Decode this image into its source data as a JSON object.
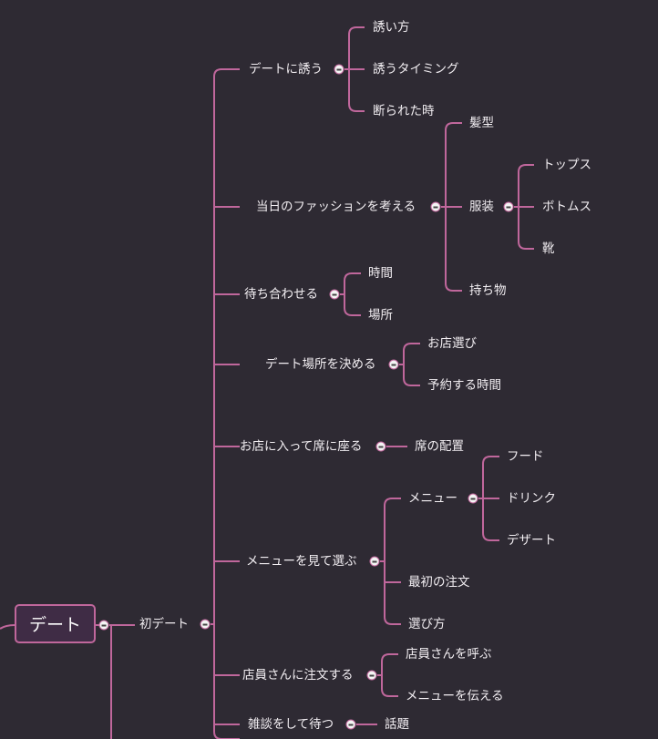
{
  "colors": {
    "background": "#2e2a33",
    "branch": "#c0679c",
    "text": "#f2eef2",
    "root_fill": "#3f2c45"
  },
  "root": {
    "label": "デート"
  },
  "first_date": {
    "label": "初デート"
  },
  "topics": [
    {
      "label": "デートに誘う",
      "children": [
        "誘い方",
        "誘うタイミング",
        "断られた時"
      ]
    },
    {
      "label": "当日のファッションを考える",
      "children": [
        "髪型",
        "服装",
        "持ち物"
      ],
      "clothing": {
        "label": "服装",
        "children": [
          "トップス",
          "ボトムス",
          "靴"
        ]
      }
    },
    {
      "label": "待ち合わせる",
      "children": [
        "時間",
        "場所"
      ]
    },
    {
      "label": "デート場所を決める",
      "children": [
        "お店選び",
        "予約する時間"
      ]
    },
    {
      "label": "お店に入って席に座る",
      "children": [
        "席の配置"
      ]
    },
    {
      "label": "メニューを見て選ぶ",
      "children": [
        "メニュー",
        "最初の注文",
        "選び方"
      ],
      "menu": {
        "label": "メニュー",
        "children": [
          "フード",
          "ドリンク",
          "デザート"
        ]
      }
    },
    {
      "label": "店員さんに注文する",
      "children": [
        "店員さんを呼ぶ",
        "メニューを伝える"
      ]
    },
    {
      "label": "雑談をして待つ",
      "children": [
        "話題"
      ]
    }
  ]
}
